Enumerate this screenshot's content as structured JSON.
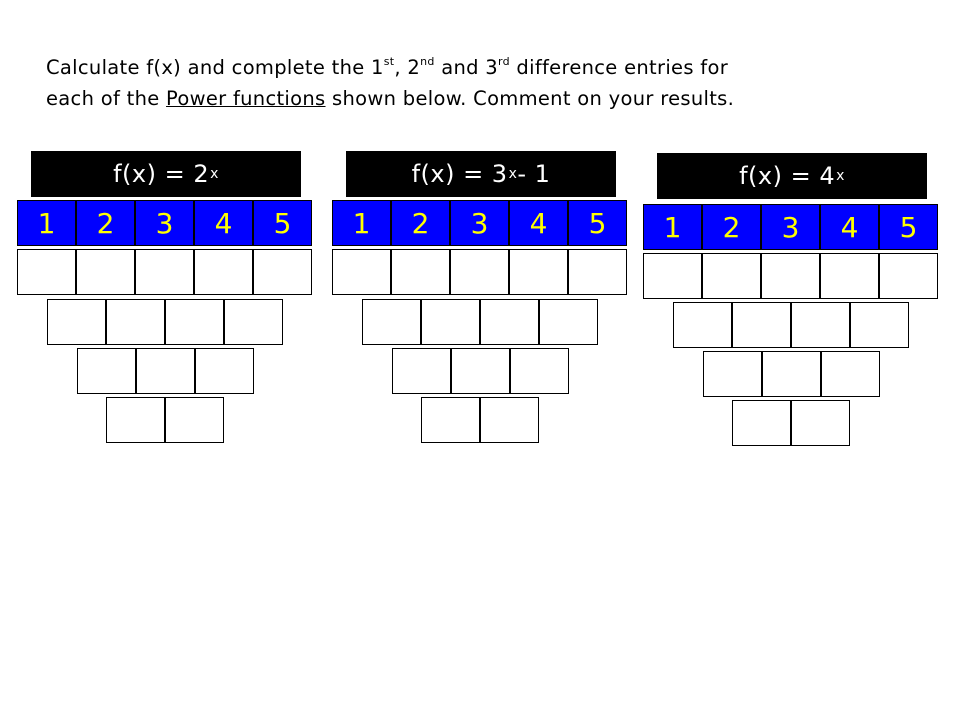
{
  "instructions": {
    "p1": "Calculate f(x) and complete the 1",
    "s1": "st",
    "p2": ", 2",
    "s2": "nd",
    "p3": " and 3",
    "s3": "rd",
    "p4": " difference entries for",
    "p5": "each of the ",
    "link": "Power functions",
    "p6": " shown below. Comment on your results."
  },
  "tables": [
    {
      "title_base": "f(x) = 2",
      "title_exp": "x",
      "title_tail": "",
      "x_values": [
        "1",
        "2",
        "3",
        "4",
        "5"
      ]
    },
    {
      "title_base": "f(x) = 3",
      "title_exp": "x",
      "title_tail": " - 1",
      "x_values": [
        "1",
        "2",
        "3",
        "4",
        "5"
      ]
    },
    {
      "title_base": "f(x) = 4",
      "title_exp": "x",
      "title_tail": "",
      "x_values": [
        "1",
        "2",
        "3",
        "4",
        "5"
      ]
    }
  ],
  "colors": {
    "header_bg": "#000000",
    "header_text": "#ffffff",
    "x_cell_bg": "#0000ff",
    "x_cell_text": "#ffff00"
  }
}
